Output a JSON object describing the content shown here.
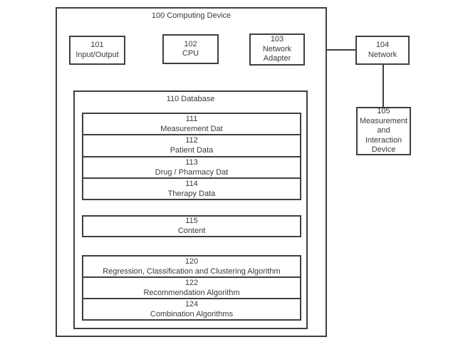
{
  "diagram": {
    "background": "#ffffff",
    "line_color": "#3f3f3f",
    "computing_device": {
      "ref": "100",
      "label": "Computing Device"
    },
    "input_output": {
      "ref": "101",
      "label": "Input/Output"
    },
    "cpu": {
      "ref": "102",
      "label": "CPU"
    },
    "network_adapter": {
      "ref": "103",
      "label": "Network Adapter"
    },
    "network": {
      "ref": "104",
      "label": "Network"
    },
    "measurement_interaction_device": {
      "ref": "105",
      "label": "Measurement and Interaction Device"
    },
    "database": {
      "ref": "110",
      "label": "Database"
    },
    "database_rows": [
      {
        "ref": "111",
        "label": "Measurement Dat"
      },
      {
        "ref": "112",
        "label": "Patient Data"
      },
      {
        "ref": "113",
        "label": "Drug / Pharmacy Dat"
      },
      {
        "ref": "114",
        "label": "Therapy Data"
      }
    ],
    "content": {
      "ref": "115",
      "label": "Content"
    },
    "algorithm_rows": [
      {
        "ref": "120",
        "label": "Regression, Classification and Clustering Algorithm"
      },
      {
        "ref": "122",
        "label": "Recommendation Algorithm"
      },
      {
        "ref": "124",
        "label": "Combination Algorithms"
      }
    ]
  }
}
